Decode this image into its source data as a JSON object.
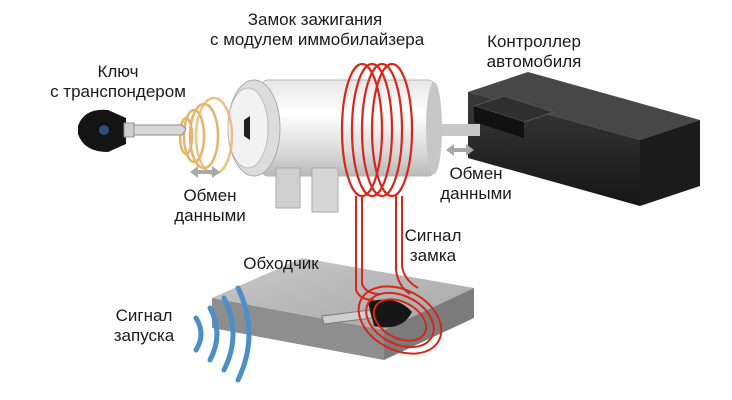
{
  "labels": {
    "lock_line1": "Замок зажигания",
    "lock_line2": "с модулем иммобилайзера",
    "key_line1": "Ключ",
    "key_line2": "с транспондером",
    "controller_line1": "Контроллер",
    "controller_line2": "автомобиля",
    "exchange_left_line1": "Обмен",
    "exchange_left_line2": "данными",
    "exchange_right_line1": "Обмен",
    "exchange_right_line2": "данными",
    "lock_signal_line1": "Сигнал",
    "lock_signal_line2": "замка",
    "bypass": "Обходчик",
    "start_signal_line1": "Сигнал",
    "start_signal_line2": "запуска"
  },
  "colors": {
    "coil": "#d8261b",
    "rf_waves_key": "#e8b36a",
    "start_waves": "#4d8ec7",
    "controller": "#2b2b2b",
    "bypass_box": "#9a9a9a",
    "arrows": "#a8a8a8"
  },
  "icons": {
    "key": "car-key-icon",
    "lock": "ignition-lock-icon",
    "controller": "ecu-box-icon",
    "bypass": "immobilizer-bypass-box-icon"
  }
}
